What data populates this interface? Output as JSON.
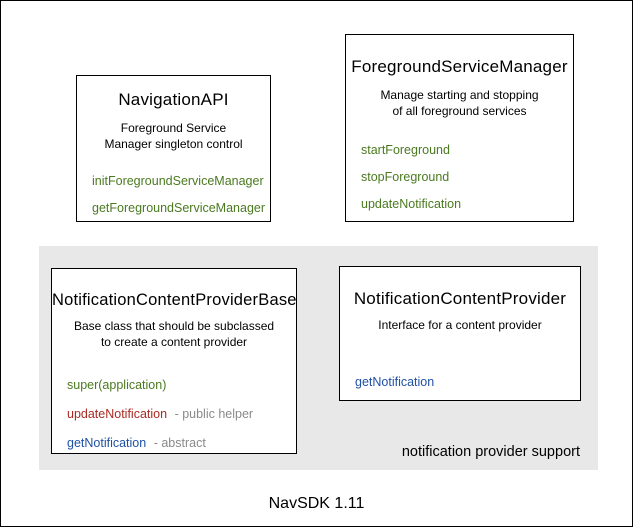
{
  "caption": "NavSDK 1.11",
  "panel": {
    "label": "notification provider support",
    "bg_color": "#e8e8e8"
  },
  "colors": {
    "method_green": "#4a7a20",
    "method_red": "#a92a22",
    "method_blue": "#2051a3",
    "suffix_gray": "#8a8a8a",
    "box_border": "#000000",
    "panel_bg": "#e8e8e8"
  },
  "boxes": {
    "navigation_api": {
      "title": "NavigationAPI",
      "desc_line1": "Foreground Service",
      "desc_line2": "Manager singleton control",
      "methods": [
        {
          "label": "initForegroundServiceManager",
          "color": "#4a7a20"
        },
        {
          "label": "getForegroundServiceManager",
          "color": "#4a7a20"
        }
      ]
    },
    "foreground_service_manager": {
      "title": "ForegroundServiceManager",
      "desc_line1": "Manage starting and stopping",
      "desc_line2": "of all foreground services",
      "methods": [
        {
          "label": "startForeground",
          "color": "#4a7a20"
        },
        {
          "label": "stopForeground",
          "color": "#4a7a20"
        },
        {
          "label": "updateNotification",
          "color": "#4a7a20"
        }
      ]
    },
    "notification_content_provider_base": {
      "title": "NotificationContentProviderBase",
      "desc_line1": "Base class that should be subclassed",
      "desc_line2": "to create a content provider",
      "methods": [
        {
          "label": "super(application)",
          "color": "#4a7a20",
          "suffix": ""
        },
        {
          "label": "updateNotification",
          "color": "#a92a22",
          "suffix": "- public helper"
        },
        {
          "label": "getNotification",
          "color": "#2051a3",
          "suffix": "- abstract"
        }
      ]
    },
    "notification_content_provider": {
      "title": "NotificationContentProvider",
      "desc_line1": "Interface for a content provider",
      "methods": [
        {
          "label": "getNotification",
          "color": "#2051a3"
        }
      ]
    }
  }
}
